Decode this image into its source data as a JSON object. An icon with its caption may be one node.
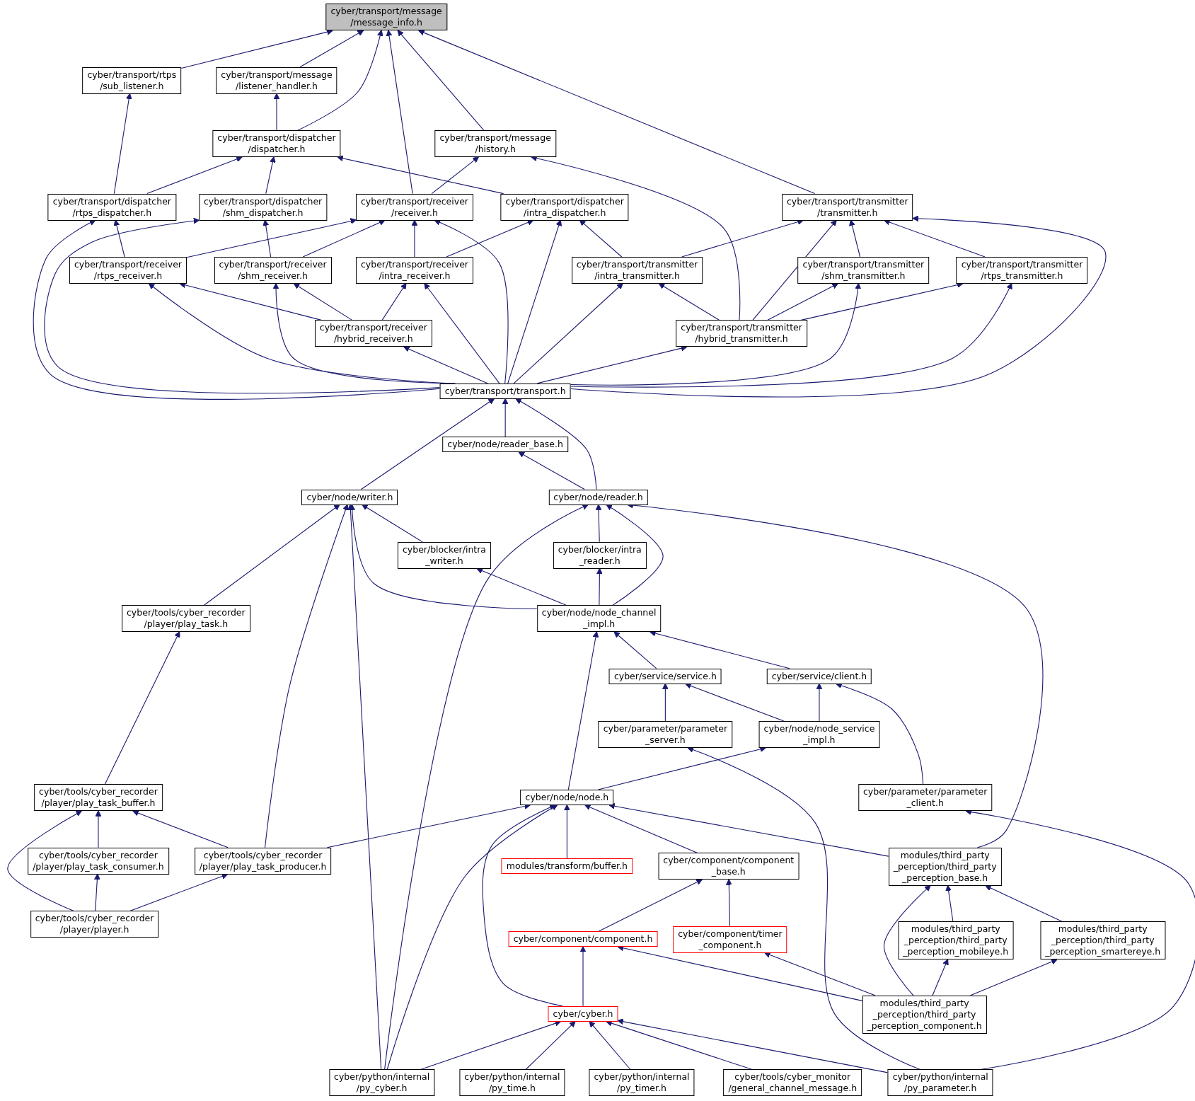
{
  "diagram": {
    "nodes": [
      {
        "text": [
          "cyber/transport/message /message_info.h"
        ]
      },
      {
        "text": [
          "cyber/transport/rtps /sub_listener.h"
        ]
      },
      {
        "text": [
          "cyber/transport/message /listener_handler.h"
        ]
      },
      {
        "text": [
          "cyber/transport/dispatcher /dispatcher.h"
        ]
      },
      {
        "text": [
          "cyber/transport/message /history.h"
        ]
      },
      {
        "text": [
          "cyber/transport/dispatcher /rtps_dispatcher.h"
        ]
      },
      {
        "text": [
          "cyber/transport/dispatcher /shm_dispatcher.h"
        ]
      },
      {
        "text": [
          "cyber/transport/receiver /receiver.h"
        ]
      },
      {
        "text": [
          "cyber/transport/dispatcher /intra_dispatcher.h"
        ]
      },
      {
        "text": [
          "cyber/transport/transmitter /transmitter.h"
        ]
      },
      {
        "text": [
          "cyber/transport/receiver /rtps_receiver.h"
        ]
      },
      {
        "text": [
          "cyber/transport/receiver /shm_receiver.h"
        ]
      },
      {
        "text": [
          "cyber/transport/receiver /intra_receiver.h"
        ]
      },
      {
        "text": [
          "cyber/transport/transmitter /intra_transmitter.h"
        ]
      },
      {
        "text": [
          "cyber/transport/transmitter /shm_transmitter.h"
        ]
      },
      {
        "text": [
          "cyber/transport/transmitter /rtps_transmitter.h"
        ]
      },
      {
        "text": [
          "cyber/transport/receiver /hybrid_receiver.h"
        ]
      },
      {
        "text": [
          "cyber/transport/transmitter /hybrid_transmitter.h"
        ]
      },
      {
        "text": [
          "cyber/transport/transport.h"
        ]
      },
      {
        "text": [
          "cyber/node/reader_base.h"
        ]
      },
      {
        "text": [
          "cyber/node/writer.h"
        ]
      },
      {
        "text": [
          "cyber/node/reader.h"
        ]
      },
      {
        "text": [
          "cyber/blocker/intra _writer.h"
        ]
      },
      {
        "text": [
          "cyber/blocker/intra _reader.h"
        ]
      },
      {
        "text": [
          "cyber/tools/cyber_recorder /player/play_task.h"
        ]
      },
      {
        "text": [
          "cyber/node/node_channel _impl.h"
        ]
      },
      {
        "text": [
          "cyber/service/service.h"
        ]
      },
      {
        "text": [
          "cyber/service/client.h"
        ]
      },
      {
        "text": [
          "cyber/parameter/parameter _server.h"
        ]
      },
      {
        "text": [
          "cyber/node/node_service _impl.h"
        ]
      },
      {
        "text": [
          "cyber/tools/cyber_recorder /player/play_task_buffer.h"
        ]
      },
      {
        "text": [
          "cyber/node/node.h"
        ]
      },
      {
        "text": [
          "cyber/parameter/parameter _client.h"
        ]
      },
      {
        "text": [
          "cyber/tools/cyber_recorder /player/play_task_consumer.h"
        ]
      },
      {
        "text": [
          "cyber/tools/cyber_recorder /player/play_task_producer.h"
        ]
      },
      {
        "text": [
          "modules/transform/buffer.h"
        ]
      },
      {
        "text": [
          "cyber/component/component _base.h"
        ]
      },
      {
        "text": [
          "modules/third_party _perception/third_party _perception_base.h"
        ]
      },
      {
        "text": [
          "cyber/tools/cyber_recorder /player/player.h"
        ]
      },
      {
        "text": [
          "cyber/component/component.h"
        ]
      },
      {
        "text": [
          "cyber/component/timer _component.h"
        ]
      },
      {
        "text": [
          "modules/third_party _perception/third_party _perception_mobileye.h"
        ]
      },
      {
        "text": [
          "modules/third_party _perception/third_party _perception_smartereye.h"
        ]
      },
      {
        "text": [
          "cyber/cyber.h"
        ]
      },
      {
        "text": [
          "modules/third_party _perception/third_party _perception_component.h"
        ]
      },
      {
        "text": [
          "cyber/python/internal /py_cyber.h"
        ]
      },
      {
        "text": [
          "cyber/python/internal /py_time.h"
        ]
      },
      {
        "text": [
          "cyber/python/internal /py_timer.h"
        ]
      },
      {
        "text": [
          "cyber/tools/cyber_monitor /general_channel_message.h"
        ]
      },
      {
        "text": [
          "cyber/python/internal /py_parameter.h"
        ]
      }
    ],
    "edges": [
      {
        "from": 1,
        "to": 0,
        "arrow": "to"
      },
      {
        "from": 2,
        "to": 0,
        "arrow": "to"
      },
      {
        "from": 3,
        "to": 0,
        "arrow": "to"
      },
      {
        "from": 7,
        "to": 0,
        "arrow": "to"
      },
      {
        "from": 4,
        "to": 0,
        "arrow": "to"
      },
      {
        "from": 9,
        "to": 0,
        "arrow": "to"
      },
      {
        "from": 3,
        "to": 2,
        "arrow": "to"
      },
      {
        "from": 5,
        "to": 1,
        "arrow": "to"
      },
      {
        "from": 5,
        "to": 3,
        "arrow": "to"
      },
      {
        "from": 6,
        "to": 3,
        "arrow": "to"
      },
      {
        "from": 8,
        "to": 3,
        "arrow": "to"
      },
      {
        "from": 7,
        "to": 4,
        "arrow": "to"
      },
      {
        "from": 17,
        "to": 4,
        "arrow": "to"
      },
      {
        "from": 10,
        "to": 5,
        "arrow": "to"
      },
      {
        "from": 18,
        "to": 5,
        "arrow": "to"
      },
      {
        "from": 11,
        "to": 6,
        "arrow": "to"
      },
      {
        "from": 18,
        "to": 6,
        "arrow": "to"
      },
      {
        "from": 10,
        "to": 7,
        "arrow": "to"
      },
      {
        "from": 11,
        "to": 7,
        "arrow": "to"
      },
      {
        "from": 12,
        "to": 7,
        "arrow": "to"
      },
      {
        "from": 18,
        "to": 7,
        "arrow": "to"
      },
      {
        "from": 12,
        "to": 8,
        "arrow": "to"
      },
      {
        "from": 13,
        "to": 8,
        "arrow": "to"
      },
      {
        "from": 18,
        "to": 8,
        "arrow": "to"
      },
      {
        "from": 13,
        "to": 9,
        "arrow": "to"
      },
      {
        "from": 14,
        "to": 9,
        "arrow": "to"
      },
      {
        "from": 15,
        "to": 9,
        "arrow": "to"
      },
      {
        "from": 17,
        "to": 9,
        "arrow": "to"
      },
      {
        "from": 18,
        "to": 9,
        "arrow": "to"
      },
      {
        "from": 16,
        "to": 10,
        "arrow": "to"
      },
      {
        "from": 18,
        "to": 10,
        "arrow": "to"
      },
      {
        "from": 16,
        "to": 11,
        "arrow": "to"
      },
      {
        "from": 18,
        "to": 11,
        "arrow": "to"
      },
      {
        "from": 16,
        "to": 12,
        "arrow": "to"
      },
      {
        "from": 18,
        "to": 12,
        "arrow": "to"
      },
      {
        "from": 17,
        "to": 13,
        "arrow": "to"
      },
      {
        "from": 18,
        "to": 13,
        "arrow": "to"
      },
      {
        "from": 17,
        "to": 14,
        "arrow": "to"
      },
      {
        "from": 18,
        "to": 14,
        "arrow": "to"
      },
      {
        "from": 17,
        "to": 15,
        "arrow": "to"
      },
      {
        "from": 18,
        "to": 15,
        "arrow": "to"
      },
      {
        "from": 18,
        "to": 16,
        "arrow": "to"
      },
      {
        "from": 18,
        "to": 17,
        "arrow": "to"
      },
      {
        "from": 19,
        "to": 18,
        "arrow": "to"
      },
      {
        "from": 20,
        "to": 18,
        "arrow": "to"
      },
      {
        "from": 21,
        "to": 18,
        "arrow": "to"
      },
      {
        "from": 21,
        "to": 19,
        "arrow": "to"
      },
      {
        "from": 22,
        "to": 20,
        "arrow": "to"
      },
      {
        "from": 24,
        "to": 20,
        "arrow": "to"
      },
      {
        "from": 25,
        "to": 20,
        "arrow": "to"
      },
      {
        "from": 34,
        "to": 20,
        "arrow": "to"
      },
      {
        "from": 45,
        "to": 20,
        "arrow": "to"
      },
      {
        "from": 23,
        "to": 21,
        "arrow": "to"
      },
      {
        "from": 25,
        "to": 21,
        "arrow": "to"
      },
      {
        "from": 45,
        "to": 21,
        "arrow": "to"
      },
      {
        "from": 37,
        "to": 21,
        "arrow": "to"
      },
      {
        "from": 25,
        "to": 22,
        "arrow": "to"
      },
      {
        "from": 25,
        "to": 23,
        "arrow": "to"
      },
      {
        "from": 30,
        "to": 24,
        "arrow": "to"
      },
      {
        "from": 26,
        "to": 25,
        "arrow": "to"
      },
      {
        "from": 27,
        "to": 25,
        "arrow": "to"
      },
      {
        "from": 31,
        "to": 25,
        "arrow": "to"
      },
      {
        "from": 28,
        "to": 26,
        "arrow": "to"
      },
      {
        "from": 29,
        "to": 26,
        "arrow": "to"
      },
      {
        "from": 29,
        "to": 27,
        "arrow": "to"
      },
      {
        "from": 32,
        "to": 27,
        "arrow": "to"
      },
      {
        "from": 49,
        "to": 28,
        "arrow": "to"
      },
      {
        "from": 31,
        "to": 29,
        "arrow": "to"
      },
      {
        "from": 33,
        "to": 30,
        "arrow": "to"
      },
      {
        "from": 34,
        "to": 30,
        "arrow": "to"
      },
      {
        "from": 38,
        "to": 30,
        "arrow": "to"
      },
      {
        "from": 34,
        "to": 31,
        "arrow": "to"
      },
      {
        "from": 35,
        "to": 31,
        "arrow": "to"
      },
      {
        "from": 36,
        "to": 31,
        "arrow": "to"
      },
      {
        "from": 37,
        "to": 31,
        "arrow": "to"
      },
      {
        "from": 43,
        "to": 31,
        "arrow": "to"
      },
      {
        "from": 45,
        "to": 31,
        "arrow": "to"
      },
      {
        "from": 49,
        "to": 32,
        "arrow": "to"
      },
      {
        "from": 38,
        "to": 33,
        "arrow": "to"
      },
      {
        "from": 38,
        "to": 34,
        "arrow": "to"
      },
      {
        "from": 39,
        "to": 36,
        "arrow": "to"
      },
      {
        "from": 40,
        "to": 36,
        "arrow": "to"
      },
      {
        "from": 41,
        "to": 37,
        "arrow": "to"
      },
      {
        "from": 42,
        "to": 37,
        "arrow": "to"
      },
      {
        "from": 44,
        "to": 37,
        "arrow": "to"
      },
      {
        "from": 43,
        "to": 39,
        "arrow": "to"
      },
      {
        "from": 44,
        "to": 39,
        "arrow": "to"
      },
      {
        "from": 44,
        "to": 40,
        "arrow": "to"
      },
      {
        "from": 44,
        "to": 41,
        "arrow": "to"
      },
      {
        "from": 44,
        "to": 42,
        "arrow": "to"
      },
      {
        "from": 45,
        "to": 43,
        "arrow": "to"
      },
      {
        "from": 46,
        "to": 43,
        "arrow": "to"
      },
      {
        "from": 47,
        "to": 43,
        "arrow": "to"
      },
      {
        "from": 48,
        "to": 43,
        "arrow": "to"
      },
      {
        "from": 49,
        "to": 43,
        "arrow": "to"
      }
    ]
  }
}
